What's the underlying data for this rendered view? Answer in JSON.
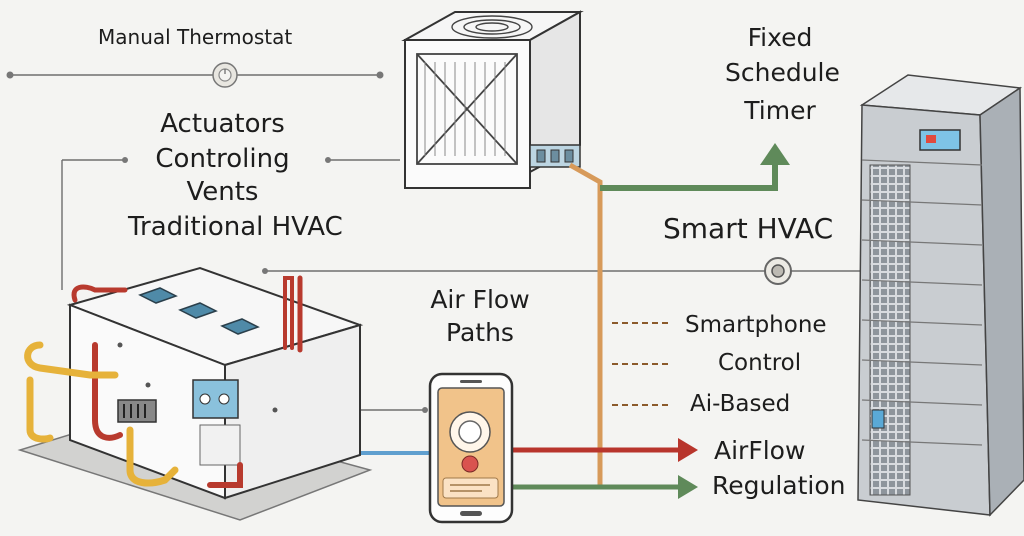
{
  "labels": {
    "manual_thermostat": "Manual Thermostat",
    "actuators_1": "Actuators",
    "actuators_2": "Controling",
    "actuators_3": "Vents",
    "traditional_hvac": "Traditional HVAC",
    "fixed_1": "Fixed",
    "fixed_2": "Schedule",
    "fixed_3": "Timer",
    "smart_hvac": "Smart HVAC",
    "airflow_paths_1": "Air Flow",
    "airflow_paths_2": "Paths",
    "smartphone_1": "Smartphone",
    "smartphone_2": "Control",
    "ai_based": "Ai-Based",
    "airflow_reg_1": "AirFlow",
    "airflow_reg_2": "Regulation"
  },
  "colors": {
    "background": "#f4f4f2",
    "line_gray": "#6e6e6e",
    "pipe_red": "#b83a2e",
    "pipe_yellow": "#e6b23a",
    "pipe_orange": "#d79a5a",
    "arrow_green": "#5f8a5a",
    "arrow_red": "#b8352c",
    "pipe_blue": "#5f9fcf",
    "phone_orange": "#e0a15a",
    "screen_red": "#d9534f",
    "vent_blue": "#4f8aa8"
  },
  "icons": [
    "thermostat-dial-icon",
    "smart-dial-icon",
    "phone-app-icon",
    "fan-grille-icon",
    "server-panel-icon"
  ]
}
